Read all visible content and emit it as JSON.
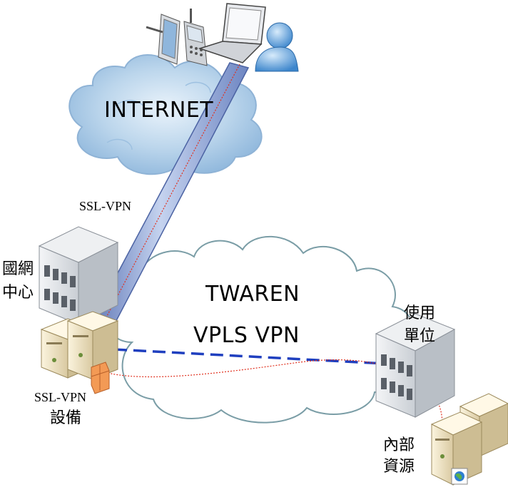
{
  "labels": {
    "internet": "INTERNET",
    "ssl_vpn_link": "SSL-VPN",
    "nchc_line1": "國網",
    "nchc_line2": "中心",
    "twaren": "TWAREN",
    "vpls_vpn": "VPLS VPN",
    "user_unit_line1": "使用",
    "user_unit_line2": "單位",
    "ssl_device_line1": "SSL-VPN",
    "ssl_device_line2": "設備",
    "internal_line1": "內部",
    "internal_line2": "資源"
  },
  "colors": {
    "cloud_fill": "#b8d3ea",
    "cloud_stroke": "#8fb3d6",
    "twaren_cloud_stroke": "#7a9da6",
    "tunnel_fill": "#8fa8d8",
    "vpls_link": "#1f3fbf",
    "trace": "#e0301e",
    "building_fill": "#d7dce1",
    "server_fill": "#efe4c8"
  },
  "icons": [
    "tablet-icon",
    "phone-icon",
    "laptop-icon",
    "user-icon",
    "building-icon",
    "server-icon",
    "firewall-icon",
    "globe-icon"
  ]
}
